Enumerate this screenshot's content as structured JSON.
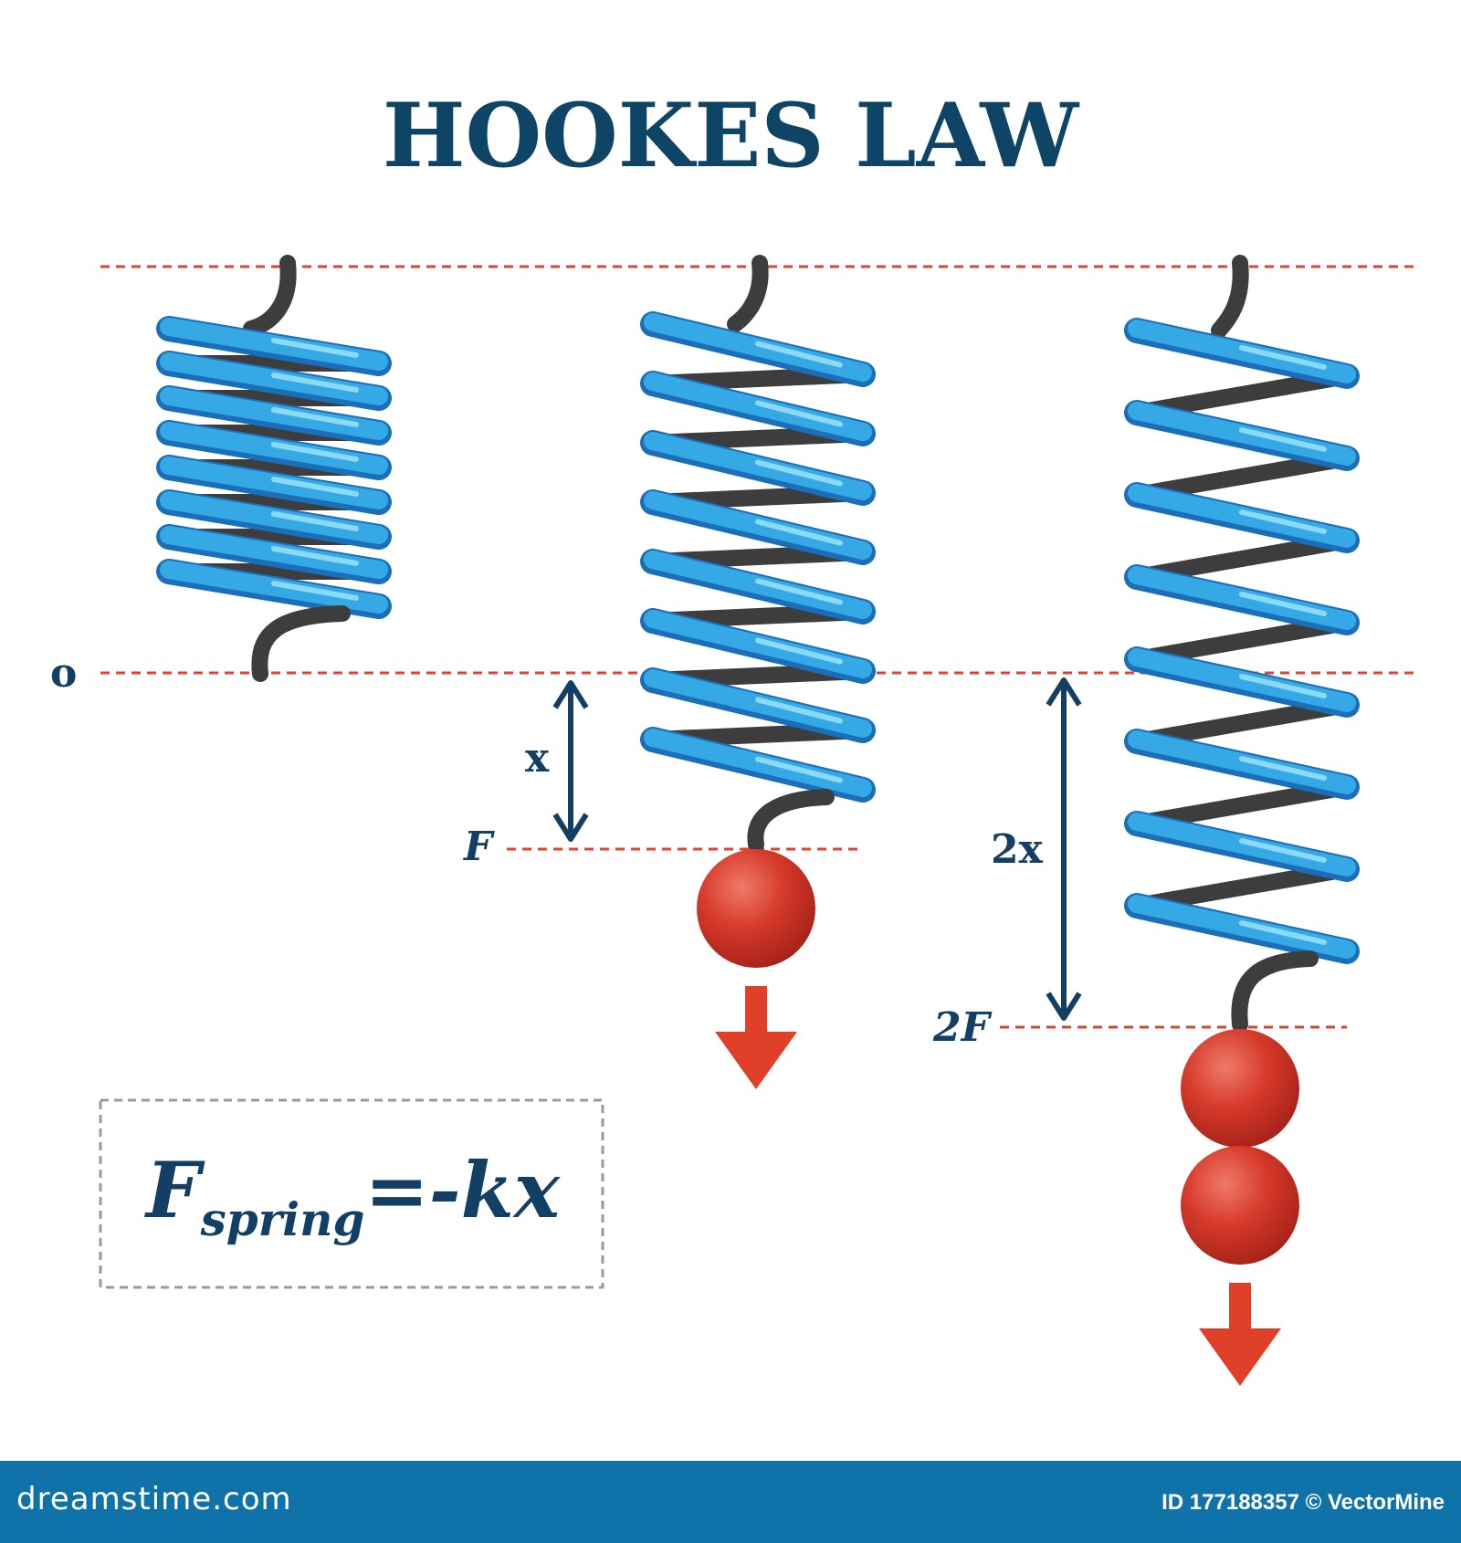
{
  "title": "HOOKES LAW",
  "labels": {
    "origin": "o",
    "x": "x",
    "force": "F",
    "double_x": "2x",
    "double_force": "2F"
  },
  "formula": {
    "main": "F",
    "subscript": "spring",
    "rhs": "=-kx"
  },
  "footer": {
    "brand": "dreamstime.com",
    "credit": "ID 177188357 © VectorMine"
  },
  "colors": {
    "title": "#0e4566",
    "spring_blue": "#2d9de0",
    "spring_dark": "#3d3d3d",
    "dashed_guides": "#d9452f",
    "weights": "#d63a2a",
    "arrows": "#e0402a",
    "footer_bar": "#0f72a8"
  }
}
